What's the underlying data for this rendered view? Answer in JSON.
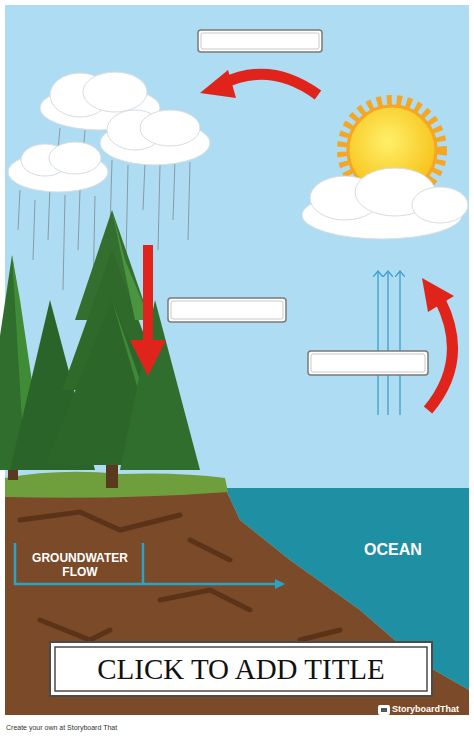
{
  "diagram": {
    "title": "CLICK TO ADD TITLE",
    "labels": [
      "GROUNDWATER FLOW",
      "OCEAN",
      "StoryboardThat",
      "Create your own at Storyboard That"
    ]
  }
}
